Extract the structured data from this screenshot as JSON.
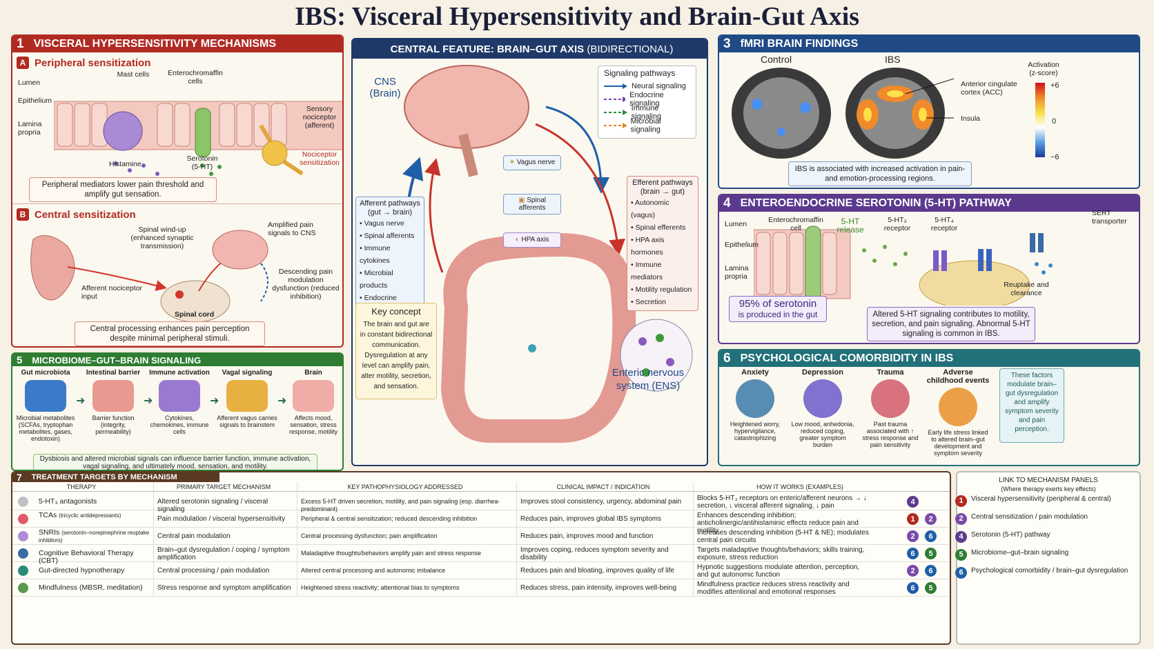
{
  "title": "IBS: Visceral Hypersensitivity and Brain-Gut Axis",
  "colors": {
    "red": "#b12a22",
    "navy": "#1f3a68",
    "blue": "#1f4a86",
    "green": "#2e7d32",
    "purple": "#5b3a8e",
    "teal": "#22707a",
    "brown": "#5a3a22"
  },
  "p1": {
    "num": "1",
    "title": "VISCERAL HYPERSENSITIVITY MECHANISMS",
    "a": {
      "tag": "A",
      "title": "Peripheral sensitization",
      "lumen": "Lumen",
      "epithelium": "Epithelium",
      "lamina": "Lamina propria",
      "mast": "Mast cells",
      "entero": "Enterochromaffin cells",
      "sensory": "Sensory nociceptor (afferent)",
      "histamine": "Histamine",
      "serotonin": "Serotonin (5-HT)",
      "nociceptor": "Nociceptor sensitization",
      "caption": "Peripheral mediators lower pain threshold and amplify gut sensation."
    },
    "b": {
      "tag": "B",
      "title": "Central sensitization",
      "windup": "Spinal wind-up (enhanced synaptic transmission)",
      "amplified": "Amplified pain signals to CNS",
      "descending": "Descending pain modulation dysfunction (reduced inhibition)",
      "afferent": "Afferent nociceptor input",
      "cord": "Spinal cord",
      "caption": "Central processing enhances pain perception despite minimal peripheral stimuli."
    }
  },
  "center": {
    "title": "CENTRAL FEATURE: BRAIN–GUT AXIS",
    "title_sub": "(BIDIRECTIONAL)",
    "cns": "CNS (Brain)",
    "legend_title": "Signaling pathways",
    "legend": [
      {
        "label": "Neural signaling",
        "color": "#1f5fa8",
        "dash": false
      },
      {
        "label": "Endocrine signaling",
        "color": "#7a3fb0",
        "dash": true
      },
      {
        "label": "Immune signaling",
        "color": "#2e8b3a",
        "dash": true
      },
      {
        "label": "Microbial signaling",
        "color": "#e08a1e",
        "dash": true
      }
    ],
    "vagus": "Vagus nerve",
    "spinal": "Spinal afferents",
    "hpa": "HPA axis",
    "afferent_title": "Afferent pathways (gut → brain)",
    "afferent": [
      "Vagus nerve",
      "Spinal afferents",
      "Immune cytokines",
      "Microbial products",
      "Endocrine signals"
    ],
    "efferent_title": "Efferent pathways (brain → gut)",
    "efferent": [
      "Autonomic (vagus)",
      "Spinal efferents",
      "HPA axis hormones",
      "Immune mediators",
      "Motility regulation",
      "Secretion"
    ],
    "key_title": "Key concept",
    "key_text": "The brain and gut are in constant bidirectional communication. Dysregulation at any level can amplify pain, alter motility, secretion, and sensation.",
    "ens": "Enteric nervous system (ENS)"
  },
  "p3": {
    "num": "3",
    "title": "fMRI BRAIN FINDINGS",
    "control": "Control",
    "ibs": "IBS",
    "acc": "Anterior cingulate cortex (ACC)",
    "insula": "Insula",
    "act_title": "Activation (z-score)",
    "scale_max": "+6",
    "scale_mid": "0",
    "scale_min": "−6",
    "caption": "IBS is associated with increased activation in pain- and emotion-processing regions."
  },
  "p4": {
    "num": "4",
    "title": "ENTEROENDOCRINE SEROTONIN (5-HT) PATHWAY",
    "lumen": "Lumen",
    "epithelium": "Epithelium",
    "lamina": "Lamina propria",
    "ec": "Enterochromaffin cell",
    "release": "5-HT release",
    "rec1": "5-HT₃ receptor",
    "rec2": "5-HT₄ receptor",
    "sert": "SERT transporter",
    "reuptake": "Reuptake and clearance",
    "pct": "95% of serotonin",
    "pct_sub": "is produced in the gut",
    "caption": "Altered 5-HT signaling contributes to motility, secretion, and pain signaling. Abnormal 5-HT signaling is common in IBS."
  },
  "p5": {
    "num": "5",
    "title": "MICROBIOME–GUT–BRAIN SIGNALING",
    "steps": [
      {
        "label": "Gut microbiota",
        "desc": "Microbial metabolites (SCFAs, tryptophan metabolites, gases, endotoxin)"
      },
      {
        "label": "Intestinal barrier",
        "desc": "Barrier function (integrity, permeability)"
      },
      {
        "label": "Immune activation",
        "desc": "Cytokines, chemokines, immune cells"
      },
      {
        "label": "Vagal signaling",
        "desc": "Afferent vagus carries signals to brainstem"
      },
      {
        "label": "Brain",
        "desc": "Affects mood, sensation, stress response, motility"
      }
    ],
    "caption": "Dysbiosis and altered microbial signals can influence barrier function, immune activation, vagal signaling, and ultimately mood, sensation, and motility."
  },
  "p6": {
    "num": "6",
    "title": "PSYCHOLOGICAL COMORBIDITY IN IBS",
    "items": [
      {
        "label": "Anxiety",
        "desc": "Heightened worry, hypervigilance, catastrophizing"
      },
      {
        "label": "Depression",
        "desc": "Low mood, anhedonia, reduced coping, greater symptom burden"
      },
      {
        "label": "Trauma",
        "desc": "Past trauma associated with ↑ stress response and pain sensitivity"
      },
      {
        "label": "Adverse childhood events",
        "desc": "Early life stress linked to altered brain–gut development and symptom severity"
      }
    ],
    "note": "These factors modulate brain–gut dysregulation and amplify symptom severity and pain perception."
  },
  "p7": {
    "num": "7",
    "title": "TREATMENT TARGETS BY MECHANISM",
    "headers": [
      "THERAPY",
      "PRIMARY TARGET MECHANISM",
      "KEY PATHOPHYSIOLOGY ADDRESSED",
      "CLINICAL IMPACT / INDICATION",
      "HOW IT WORKS (EXAMPLES)"
    ],
    "rows": [
      {
        "therapy": "5-HT₃ antagonists",
        "therapy_sub": "",
        "target": "Altered serotonin signaling / visceral signaling",
        "patho": "Excess 5-HT driven secretion, motility, and pain signaling (esp. diarrhea-predominant)",
        "impact": "Improves stool consistency, urgency, abdominal pain",
        "how": "Blocks 5-HT₃ receptors on enteric/afferent neurons → ↓ secretion, ↓ visceral afferent signaling, ↓ pain",
        "links": [
          "4"
        ]
      },
      {
        "therapy": "TCAs",
        "therapy_sub": "(tricyclic antidepressants)",
        "target": "Pain modulation / visceral hypersensitivity",
        "patho": "Peripheral & central sensitization; reduced descending inhibition",
        "impact": "Reduces pain, improves global IBS symptoms",
        "how": "Enhances descending inhibition; anticholinergic/antihistaminic effects reduce pain and motility",
        "links": [
          "1",
          "2"
        ]
      },
      {
        "therapy": "SNRIs",
        "therapy_sub": "(serotonin–norepinephrine reuptake inhibitors)",
        "target": "Central pain modulation",
        "patho": "Central processing dysfunction; pain amplification",
        "impact": "Reduces pain, improves mood and function",
        "how": "Increases descending inhibition (5-HT & NE); modulates central pain circuits",
        "links": [
          "2",
          "6"
        ]
      },
      {
        "therapy": "Cognitive Behavioral Therapy (CBT)",
        "therapy_sub": "",
        "target": "Brain–gut dysregulation / coping / symptom amplification",
        "patho": "Maladaptive thoughts/behaviors amplify pain and stress response",
        "impact": "Improves coping, reduces symptom severity and disability",
        "how": "Targets maladaptive thoughts/behaviors; skills training, exposure, stress reduction",
        "links": [
          "6",
          "5"
        ]
      },
      {
        "therapy": "Gut-directed hypnotherapy",
        "therapy_sub": "",
        "target": "Central processing / pain modulation",
        "patho": "Altered central processing and autonomic imbalance",
        "impact": "Reduces pain and bloating, improves quality of life",
        "how": "Hypnotic suggestions modulate attention, perception, and gut autonomic function",
        "links": [
          "2",
          "6"
        ]
      },
      {
        "therapy": "Mindfulness (MBSR, meditation)",
        "therapy_sub": "",
        "target": "Stress response and symptom amplification",
        "patho": "Heightened stress reactivity; attentional bias to symptoms",
        "impact": "Reduces stress, pain intensity, improves well-being",
        "how": "Mindfulness practice reduces stress reactivity and modifies attentional and emotional responses",
        "links": [
          "6",
          "5"
        ]
      }
    ],
    "link_title": "LINK TO MECHANISM PANELS",
    "link_sub": "(Where therapy exerts key effects)",
    "link_items": [
      {
        "n": "1",
        "label": "Visceral hypersensitivity (peripheral & central)"
      },
      {
        "n": "2",
        "label": "Central sensitization / pain modulation"
      },
      {
        "n": "4",
        "label": "Serotonin (5-HT) pathway"
      },
      {
        "n": "5",
        "label": "Microbiome–gut–brain signaling"
      },
      {
        "n": "6",
        "label": "Psychological comorbidity / brain–gut dysregulation"
      }
    ]
  }
}
